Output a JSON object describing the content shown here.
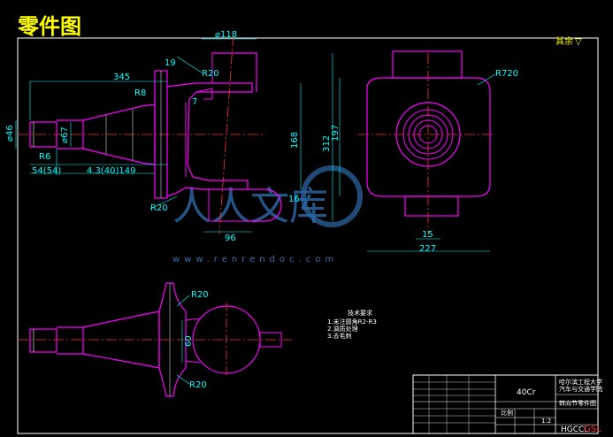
{
  "title": "零件图",
  "roughness": {
    "label": "其余",
    "symbol": "▽"
  },
  "dimensions": {
    "d118": "⌀118",
    "d19": "19",
    "r20_top": "R20",
    "d345": "345",
    "r8": "R8",
    "d7": "7",
    "d46": "⌀46",
    "d67": "⌀67",
    "r6": "R6",
    "d54": "54(54)",
    "d43": "4.3(40)149",
    "d168": "168",
    "d312": "312",
    "d197": "197",
    "r20_low": "R20",
    "d16": "16",
    "d96": "96",
    "r720": "R720",
    "d15": "15",
    "d227": "227",
    "r20_b1": "R20",
    "d60": "60",
    "r20_b2": "R20"
  },
  "notes": {
    "heading": "技术要求",
    "line1": "1.未注圆角R2-R3",
    "line2": "2.调质处理",
    "line3": "3.去毛刺"
  },
  "watermark": {
    "url": "www.renrendoc.com",
    "brand": "人人文库"
  },
  "title_block": {
    "material": "40Cr",
    "school_top": "哈尔滨工程大学",
    "school_sub": "汽车与交通学院",
    "part_name": "转向节零件图",
    "scale_label": "比例",
    "scale": "1:2",
    "code_white": "HGCCL",
    "code_red": "GSL"
  }
}
